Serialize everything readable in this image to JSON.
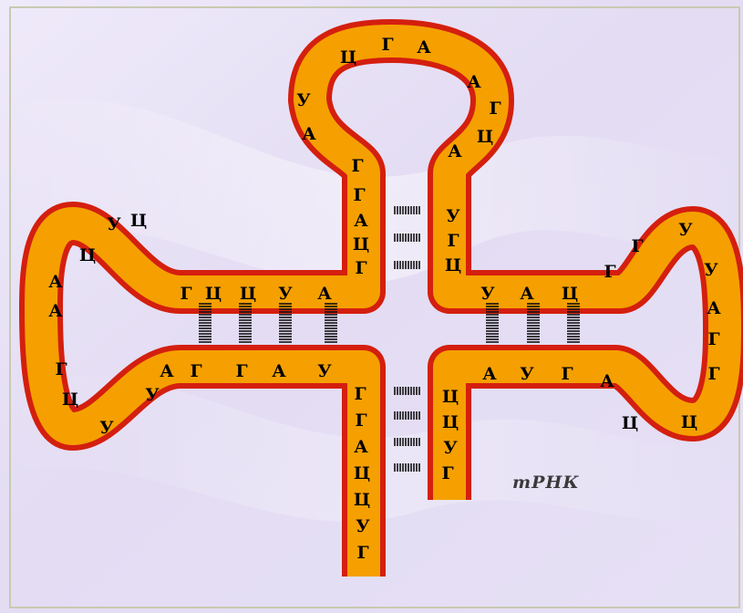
{
  "diagram": {
    "title": "тРНК",
    "colors": {
      "background": "#e8e2f6",
      "strand_fill": "#f5a000",
      "strand_outline": "#d41f0f",
      "bonds": "#111111",
      "frame": "#c9c9b0"
    },
    "anticodon_loop": {
      "left_side": [
        "Г",
        "А",
        "У"
      ],
      "top": [
        "Ц",
        "Г",
        "А"
      ],
      "right_side": [
        "А",
        "Г",
        "Ц",
        "А"
      ]
    },
    "anticodon_stem": {
      "left": [
        "Г",
        "А",
        "Ц",
        "Г"
      ],
      "right": [
        "У",
        "Г",
        "Ц"
      ]
    },
    "d_arm": {
      "upper": [
        "Г",
        "Ц",
        "Ц",
        "У",
        "А"
      ],
      "loop": [
        "Ц",
        "У",
        "Ц",
        "А",
        "А",
        "Г",
        "Ц",
        "У",
        "У"
      ],
      "lower": [
        "А",
        "Г",
        "Г",
        "А",
        "У"
      ]
    },
    "t_arm": {
      "upper": [
        "У",
        "А",
        "Ц",
        "Г"
      ],
      "loop": [
        "Г",
        "У",
        "У",
        "А",
        "Г",
        "Г",
        "Ц",
        "Ц",
        "А"
      ],
      "lower": [
        "А",
        "У",
        "Г"
      ]
    },
    "acceptor_stem": {
      "left": [
        "Г",
        "Г",
        "А",
        "Ц",
        "Ц",
        "У",
        "Г"
      ],
      "right": [
        "Ц",
        "Ц",
        "У",
        "Г"
      ]
    }
  }
}
